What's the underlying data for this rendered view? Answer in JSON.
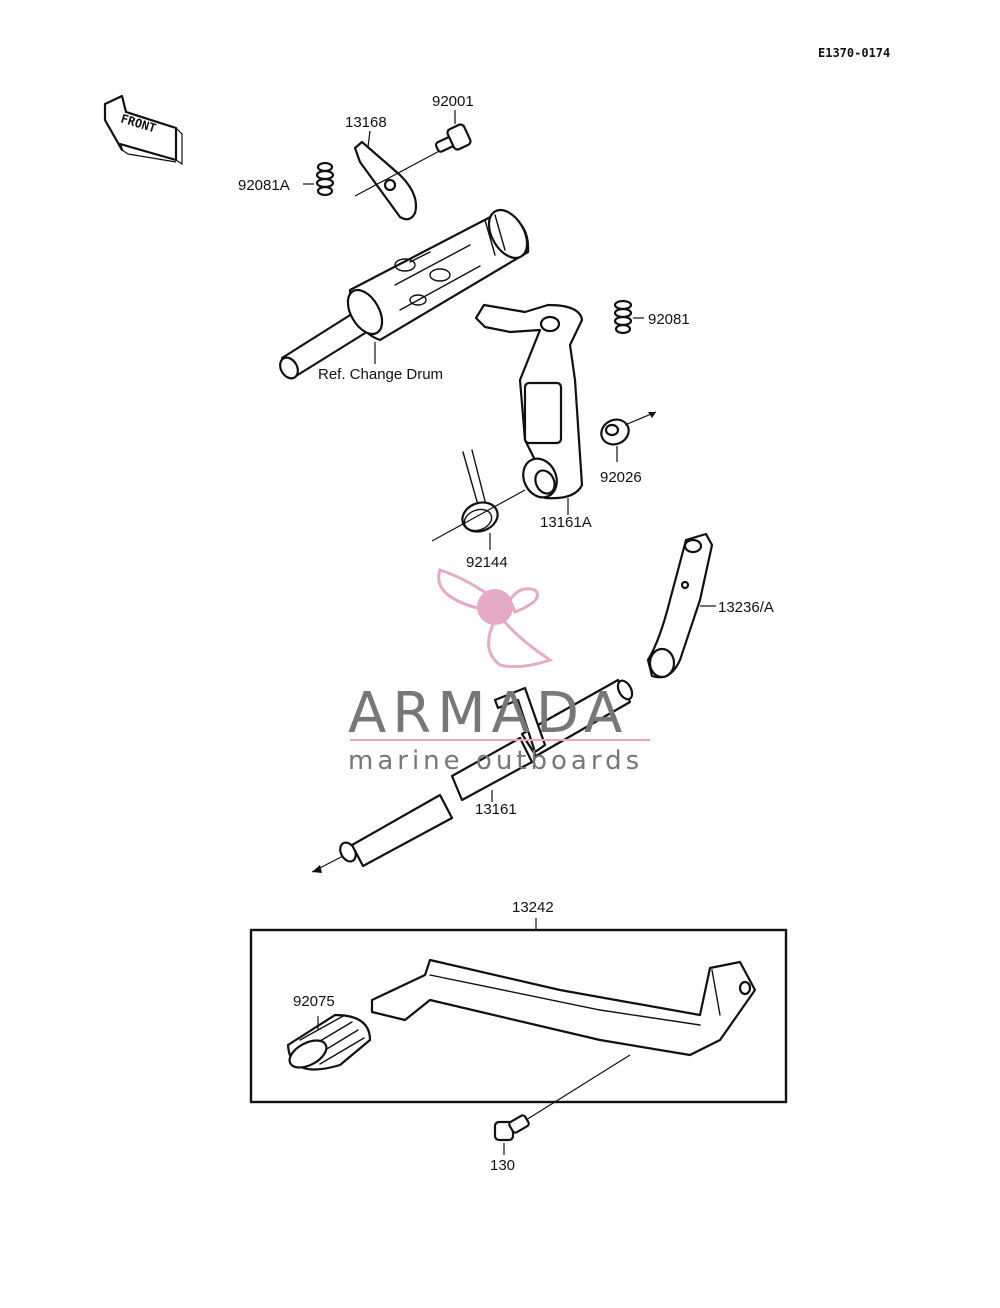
{
  "diagram_code": "E1370-0174",
  "front_arrow_label": "FRONT",
  "labels": {
    "p92001": "92001",
    "p13168": "13168",
    "p92081A": "92081A",
    "p92081": "92081",
    "ref_change_drum": "Ref. Change Drum",
    "p92026": "92026",
    "p13161A": "13161A",
    "p92144": "92144",
    "p13236A": "13236/A",
    "p13161": "13161",
    "p13242": "13242",
    "p92075": "92075",
    "p130": "130"
  },
  "watermark": {
    "brand": "ARMADA",
    "tagline": "marine outboards",
    "logo_color": "#e4a6c6",
    "text_color": "#777777"
  }
}
